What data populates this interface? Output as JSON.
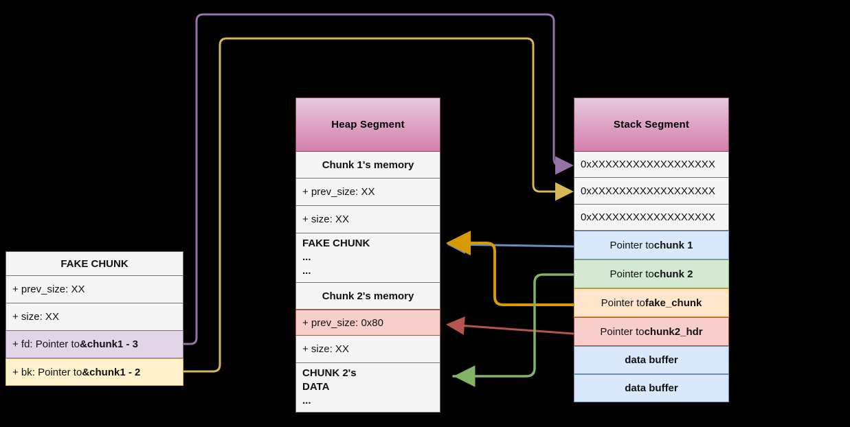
{
  "diagram": {
    "title": "Heap fake chunk / unlink exploitation layout",
    "background": "#000000",
    "colors": {
      "header_gradient_top": "#e7c9de",
      "header_gradient_bottom": "#d681ae",
      "row_bg": "#f5f5f5",
      "row_border": "#707070",
      "pink": "#f8cecc",
      "pink_border": "#b85450",
      "blue": "#dae8fc",
      "blue_border": "#6c8ebf",
      "green": "#d5e8d4",
      "green_border": "#82b366",
      "orange": "#ffe6cc",
      "orange_border": "#d79b00",
      "purple": "#e1d5e7",
      "purple_border": "#9673a6",
      "yellow": "#fff2cc",
      "yellow_border": "#d6b656"
    }
  },
  "fake_chunk": {
    "title": "FAKE CHUNK",
    "rows": [
      {
        "text": "+ prev_size: XX"
      },
      {
        "text": "+ size: XX"
      },
      {
        "prefix": "+ fd: Pointer to ",
        "strong": "&chunk1 - 3"
      },
      {
        "prefix": "+ bk: Pointer to ",
        "strong": "&chunk1 - 2"
      }
    ]
  },
  "heap_segment": {
    "title": "Heap Segment",
    "rows": [
      {
        "text": "Chunk 1's memory"
      },
      {
        "text": "+ prev_size: XX"
      },
      {
        "text": "+ size: XX"
      },
      {
        "line1": "FAKE CHUNK",
        "line2": "...",
        "line3": "..."
      },
      {
        "text": "Chunk 2's memory"
      },
      {
        "text": "+ prev_size: 0x80"
      },
      {
        "text": "+ size: XX"
      },
      {
        "line1": "CHUNK 2's",
        "line2": "DATA",
        "line3": "..."
      }
    ]
  },
  "stack_segment": {
    "title": "Stack Segment",
    "rows": [
      {
        "text": "0xXXXXXXXXXXXXXXXXXX"
      },
      {
        "text": "0xXXXXXXXXXXXXXXXXXX"
      },
      {
        "text": "0xXXXXXXXXXXXXXXXXXX"
      },
      {
        "prefix": "Pointer to ",
        "strong": "chunk 1"
      },
      {
        "prefix": "Pointer to ",
        "strong": "chunk 2"
      },
      {
        "prefix": "Pointer to ",
        "strong": "fake_chunk"
      },
      {
        "prefix": "Pointer to ",
        "strong": "chunk2_hdr"
      },
      {
        "text": "data buffer"
      },
      {
        "text": "data buffer"
      }
    ]
  },
  "connections": [
    {
      "name": "fd-to-stack-row1",
      "color": "#9673a6",
      "from": "fake_chunk.fd",
      "to": "stack_segment.row1"
    },
    {
      "name": "bk-to-stack-row2",
      "color": "#d6b656",
      "from": "fake_chunk.bk",
      "to": "stack_segment.row2"
    },
    {
      "name": "chunk1-ptr-to-fake-chunk",
      "color": "#6c8ebf",
      "from": "stack_segment.pointer_to_chunk1",
      "to": "heap_segment.fake_chunk"
    },
    {
      "name": "fake-chunk-ptr-to-fake-chunk",
      "color": "#d79b00",
      "from": "stack_segment.pointer_to_fake_chunk",
      "to": "heap_segment.fake_chunk"
    },
    {
      "name": "chunk2hdr-ptr-to-prev-size",
      "color": "#b85450",
      "from": "stack_segment.pointer_to_chunk2_hdr",
      "to": "heap_segment.prev_size_0x80"
    },
    {
      "name": "chunk2-ptr-to-chunk2-data",
      "color": "#82b366",
      "from": "stack_segment.pointer_to_chunk2",
      "to": "heap_segment.chunk2_data"
    }
  ]
}
